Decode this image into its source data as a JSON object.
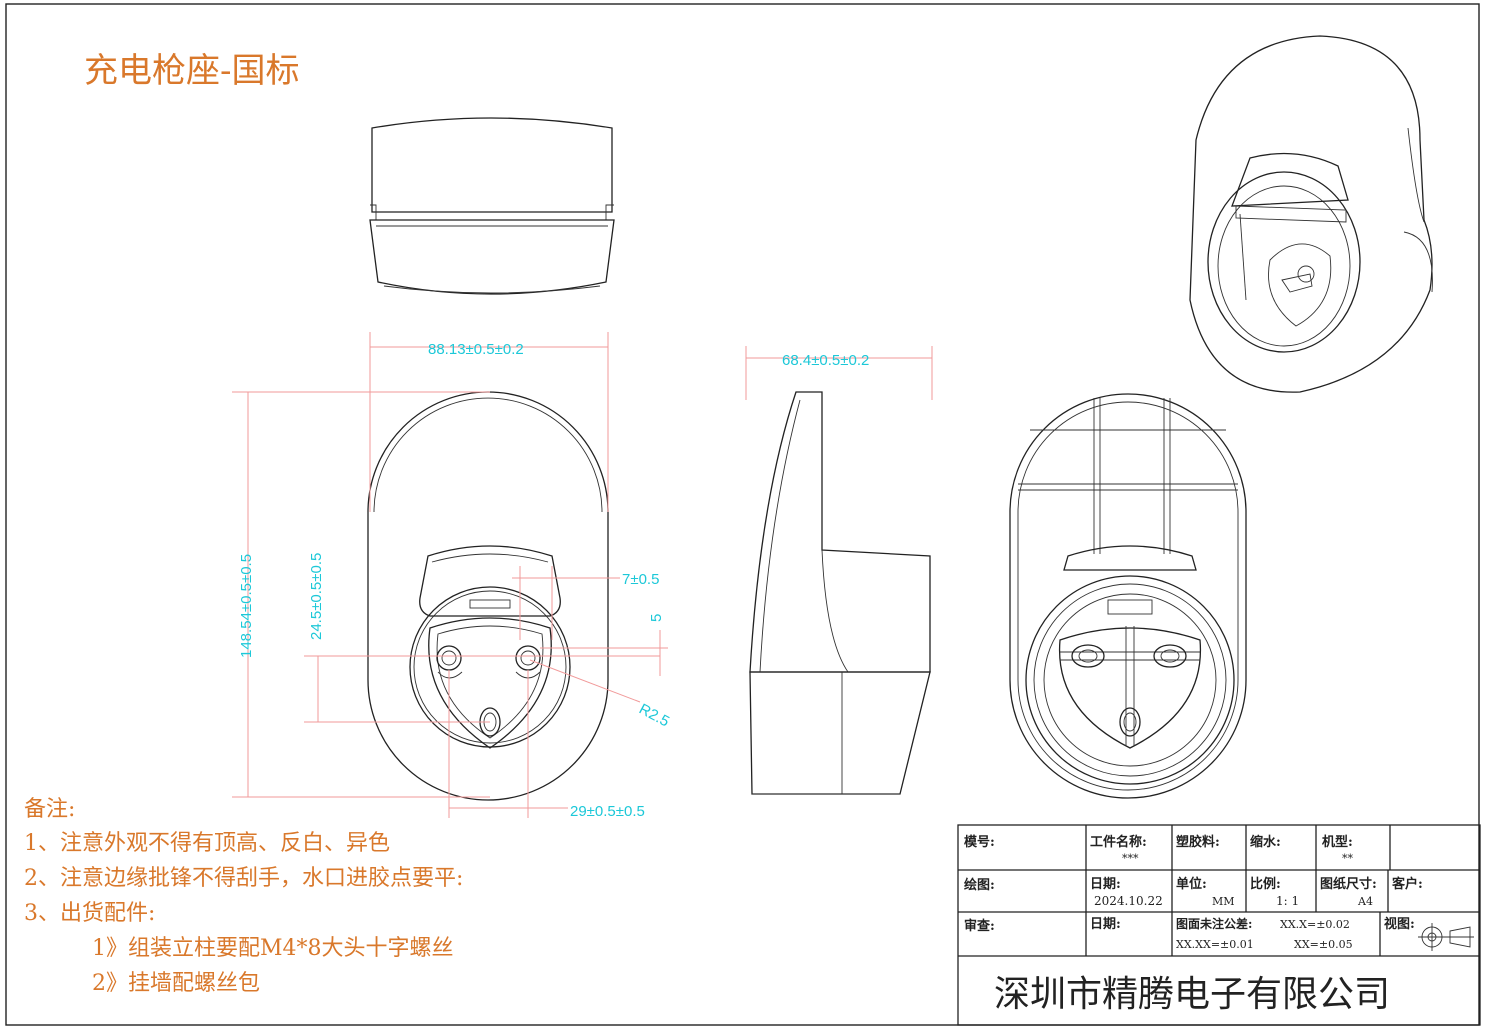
{
  "title": "充电枪座-国标",
  "dimensions": {
    "width_front": "88.13±0.5±0.2",
    "width_side": "68.4±0.5±0.2",
    "height_total": "148.54±0.5±0.5",
    "height_socket": "24.5±0.5±0.5",
    "offset_top": "7±0.5",
    "gap": "5",
    "radius": "R2.5",
    "pin_spacing": "29±0.5±0.5"
  },
  "notes": {
    "heading": "备注:",
    "lines": [
      "1、注意外观不得有顶高、反白、异色",
      "2、注意边缘批锋不得刮手，水口进胶点要平:",
      "3、出货配件:"
    ],
    "sub_lines": [
      "1》组装立柱要配M4*8大头十字螺丝",
      "2》挂墙配螺丝包"
    ]
  },
  "title_block": {
    "mold_no_label": "模号:",
    "part_name_label": "工件名称:",
    "part_name_value": "***",
    "plastic_label": "塑胶料:",
    "shrink_label": "缩水:",
    "model_label": "机型:",
    "model_value": "**",
    "drawn_label": "绘图:",
    "date_label": "日期:",
    "date_value": "2024.10.22",
    "unit_label": "单位:",
    "unit_value": "MM",
    "scale_label": "比例:",
    "scale_value": "1: 1",
    "paper_label": "图纸尺寸:",
    "paper_value": "A4",
    "customer_label": "客户:",
    "review_label": "审查:",
    "date2_label": "日期:",
    "tolerance_label": "图面未注公差:",
    "tol_1": "XX.X=±0.02",
    "tol_2": "XX.XX=±0.01",
    "tol_3": "XX=±0.05",
    "view_label": "视图:",
    "company": "深圳市精腾电子有限公司"
  }
}
